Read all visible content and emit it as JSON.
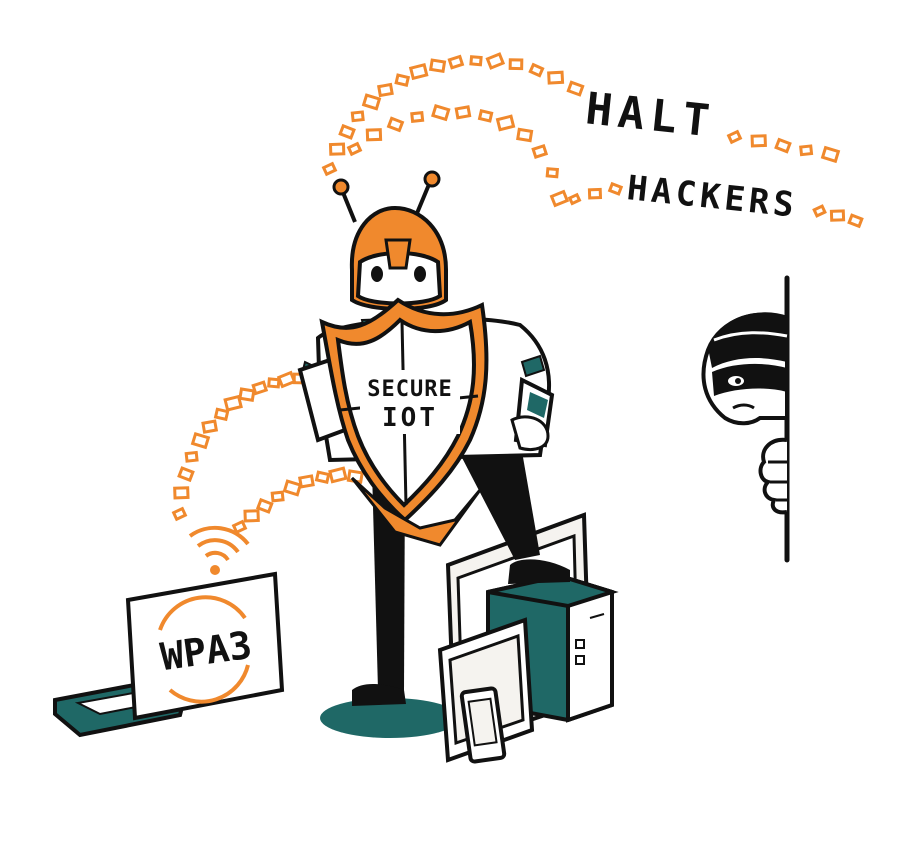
{
  "illustration": {
    "banner_line1": "HALT",
    "banner_line2": "HACKERS",
    "shield_line1": "SECURE",
    "shield_line2": "IOT",
    "laptop_label": "WPA3"
  },
  "colors": {
    "accent": "#f0892d",
    "teal": "#1f6866",
    "ink": "#111111",
    "paper": "#ffffff",
    "card": "#f5f3ef"
  },
  "icons": {
    "laptop": "laptop-icon",
    "wifi": "wifi-signal-icon",
    "robot": "robot-mascot",
    "shield": "shield-icon",
    "hacker": "masked-hacker",
    "devices": "device-stack"
  }
}
